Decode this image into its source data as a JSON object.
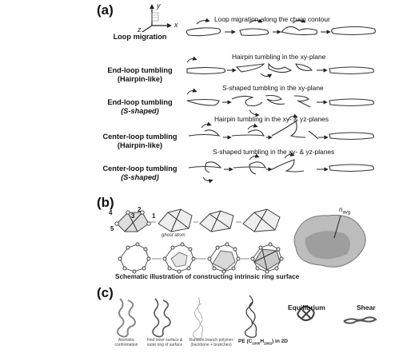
{
  "panel_a": {
    "label": "(a)",
    "axes": {
      "y": "y",
      "x": "x",
      "z": "z"
    },
    "rows": [
      {
        "left": "Loop migration",
        "title": "Loop migration along the chain contour"
      },
      {
        "left": "End-loop tumbling",
        "left2": "(Hairpin-like)",
        "title": "Hairpin tumbling in the xy-plane"
      },
      {
        "left": "End-loop tumbling",
        "left2": "(S-shaped)",
        "title": "S-shaped tumbling in the xy-plane"
      },
      {
        "left": "Center-loop tumbling",
        "left2": "(Hairpin-like)",
        "title": "Hairpin tumbling in the xy- & yz-planes"
      },
      {
        "left": "Center-loop tumbling",
        "left2": "(S-shaped)",
        "title": "S-shaped tumbling in the xy- & yz-planes"
      }
    ]
  },
  "panel_b": {
    "label": "(b)",
    "node_numbers": [
      "4",
      "3",
      "2",
      "1",
      "5"
    ],
    "ghost_label": "ghost atom",
    "n_label": "n",
    "n_sub": "avg",
    "caption": "Schematic illustration of constructing intrinsic ring surface"
  },
  "panel_c": {
    "label": "(c)",
    "captions": [
      "Atomistic conformation",
      "Find inner surface & outer ring of surface",
      "Random branch polymer (backbone + branches)",
      "PE (C",
      "1000",
      "H",
      "2002",
      ") in 2D"
    ],
    "equilibrium": "Equilibrium",
    "shear": "Shear"
  }
}
